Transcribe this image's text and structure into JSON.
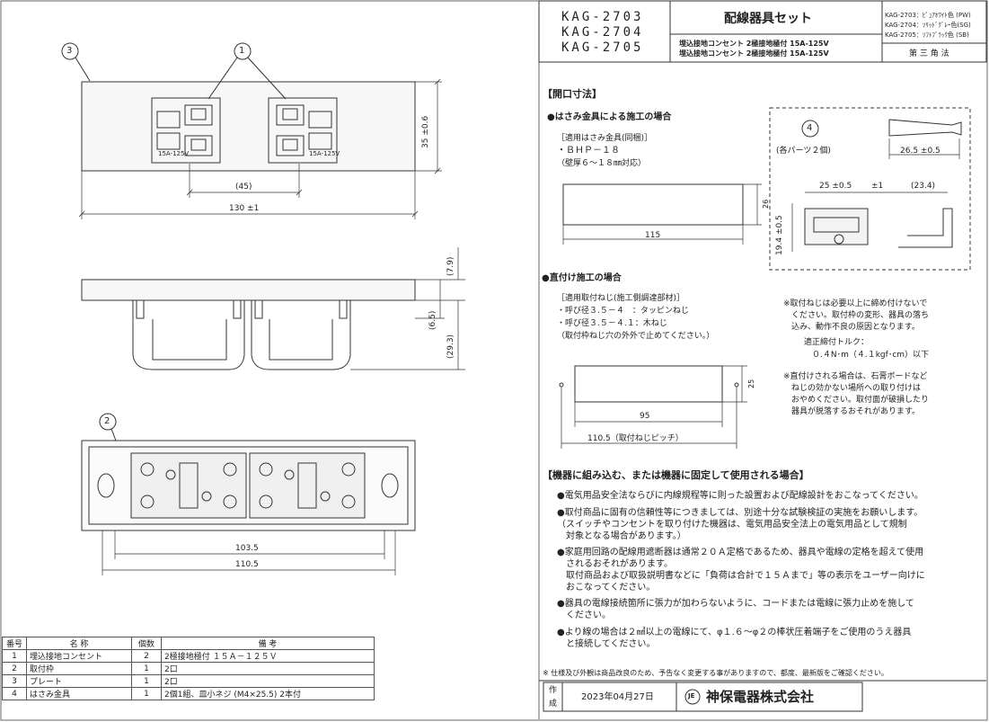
{
  "title_block": {
    "models": [
      "KAG-2703",
      "KAG-2704",
      "KAG-2705"
    ],
    "product_title": "配線器具セット",
    "components": [
      "埋込接地コンセント 2極接地極付 15A-125V",
      "埋込接地コンセント 2極接地極付 15A-125V"
    ],
    "colors": [
      "KAG-2703：ﾋﾟｭｱﾎﾜｲﾄ色 (PW)",
      "KAG-2704：ｿﾘｯﾄﾞｸﾞﾚｰ色(SG)",
      "KAG-2705：ｿﾌﾄﾌﾞﾗｯｸ色 (SB)"
    ],
    "projection": "第 三 角 法"
  },
  "drawing": {
    "balloons": [
      "3",
      "1",
      "2",
      "4"
    ],
    "outlet_mark_top": "15A-125V",
    "outlet_mark_bottom": "15A-125V",
    "dims": {
      "h_35": "35 ±0.6",
      "w_45": "(45)",
      "w_130": "130 ±1",
      "t_79": "(7.9)",
      "t_65": "(6.5)",
      "t_293": "(29.3)",
      "w_1035": "103.5",
      "w_1105": "110.5"
    }
  },
  "opening": {
    "heading": "【開口寸法】",
    "sec1_title": "●はさみ金具による施工の場合",
    "sec1_lines": [
      "［適用はさみ金具(同梱)］",
      "・ＢＨＰ－１８",
      "（壁厚６～１８㎜対応）"
    ],
    "box1_w": "115",
    "box1_h": "26",
    "parts_note": "(各パーツ２個)",
    "screw_len": "26.5 ±0.5",
    "clip_w": "25 ±0.5",
    "clip_gap": "±1",
    "clip_ext": "(23.4)",
    "clip_h": "19.4 ±0.5",
    "sec2_title": "●直付け施工の場合",
    "sec2_lines": [
      "［適用取付ねじ(施工側調達部材)］",
      "・呼び径３.５－４　：タッピンねじ",
      "・呼び径３.５－４.１：木ねじ",
      "（取付枠ねじ穴の外外で止めてください。）"
    ],
    "note1": [
      "※取付ねじは必要以上に締め付けないで",
      "　ください。取付枠の変形、器具の落ち",
      "　込み、動作不良の原因となります。",
      "　適正締付トルク：",
      "　　０.４N･m（４.１kgf･cm）以下"
    ],
    "note2": [
      "※直付けされる場合は、石膏ボードなど",
      "　ねじの効かない場所への取り付けは",
      "　おやめください。取付面が破損したり",
      "　器具が脱落するおそれがあります。"
    ],
    "box2_w": "95",
    "box2_h": "25",
    "box2_pitch": "110.5（取付ねじピッチ）"
  },
  "usage": {
    "heading": "【機器に組み込む、または機器に固定して使用される場合】",
    "bullets": [
      [
        "●電気用品安全法ならびに内線規程等に則った設置および配線設計をおこなってください。"
      ],
      [
        "●取付商品に固有の信頼性等につきましては、別途十分な試験検証の実施をお願いします。",
        "（スイッチやコンセントを取り付けた機器は、電気用品安全法上の電気用品として規制",
        "　対象となる場合があります。）"
      ],
      [
        "●家庭用回路の配線用遮断器は通常２０Ａ定格であるため、器具や電線の定格を超えて使用",
        "　されるおそれがあります。",
        "　取付商品および取扱説明書などに「負荷は合計で１５Ａまで」等の表示をユーザー向けに",
        "　おこなってください。"
      ],
      [
        "●器具の電線接続箇所に張力が加わらないように、コードまたは電線に張力止めを施して",
        "　ください。"
      ],
      [
        "●より線の場合は２㎟以上の電線にて、φ１.６～φ２の棒状圧着端子をご使用のうえ器具",
        "　と接続してください。"
      ]
    ],
    "footer_note": "※ 仕様及び外観は商品改良のため、予告なく変更する事がありますので、都度、最新版をご確認ください。"
  },
  "footer": {
    "label_top": "作",
    "label_bottom": "成",
    "date": "2023年04月27日",
    "company": "神保電器株式会社"
  },
  "parts_table": {
    "headers": [
      "番号",
      "名 称",
      "個数",
      "備 考"
    ],
    "rows": [
      [
        "1",
        "埋込接地コンセント",
        "2",
        "2極接地極付 １５Ａ－１２５Ｖ"
      ],
      [
        "2",
        "取付枠",
        "1",
        "2口"
      ],
      [
        "3",
        "プレート",
        "1",
        "2口"
      ],
      [
        "4",
        "はさみ金具",
        "1",
        "2個1組、皿小ネジ (M4×25.5) 2本付"
      ]
    ]
  }
}
